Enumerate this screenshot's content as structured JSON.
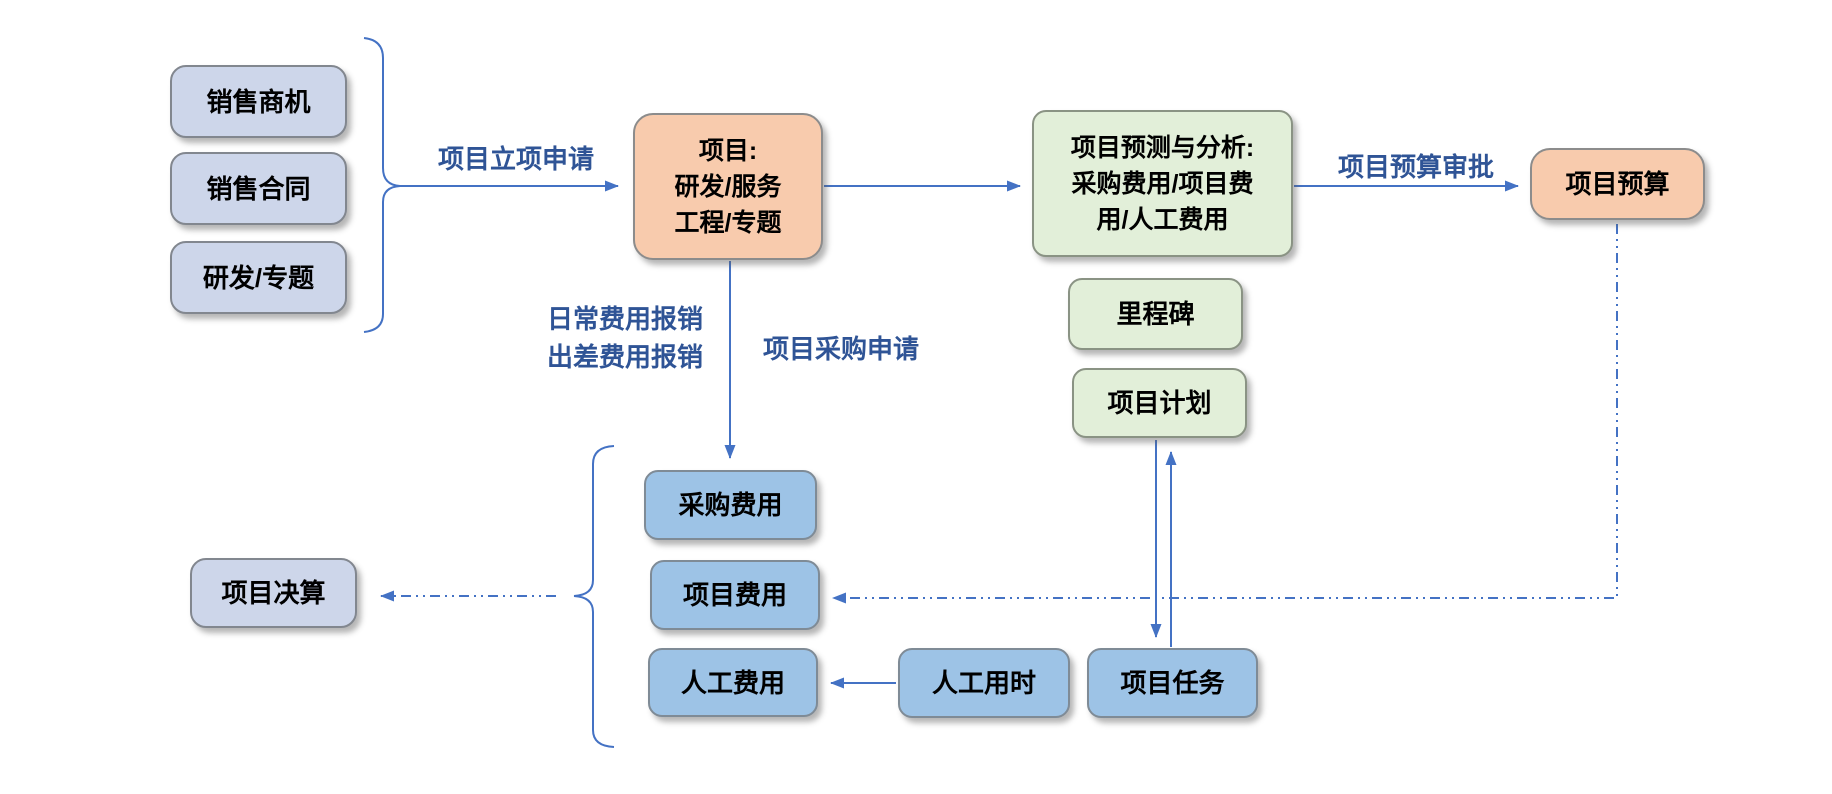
{
  "diagram": {
    "title": "",
    "nodes": {
      "sales_opportunity": "销售商机",
      "sales_contract": "销售合同",
      "rnd_topic": "研发/专题",
      "project": "项目:\n研发/服务\n工程/专题",
      "forecast": "项目预测与分析:\n采购费用/项目费\n用/人工费用",
      "budget": "项目预算",
      "milestone": "里程碑",
      "plan": "项目计划",
      "procurement_cost": "采购费用",
      "project_cost": "项目费用",
      "labor_cost": "人工费用",
      "labor_time": "人工用时",
      "project_task": "项目任务",
      "final_account": "项目决算"
    },
    "edge_labels": {
      "initiation": "项目立项申请",
      "budget_approval": "项目预算审批",
      "expense_reimburse": "日常费用报销\n出差费用报销",
      "procurement_request": "项目采购申请"
    },
    "colors": {
      "lavender_fill": "#CDD6EA",
      "orange_fill": "#F8CBAD",
      "green_fill": "#E2EFD9",
      "blue_fill": "#9DC3E6",
      "connector_blue": "#4472C4",
      "label_text": "#2F5496"
    }
  }
}
